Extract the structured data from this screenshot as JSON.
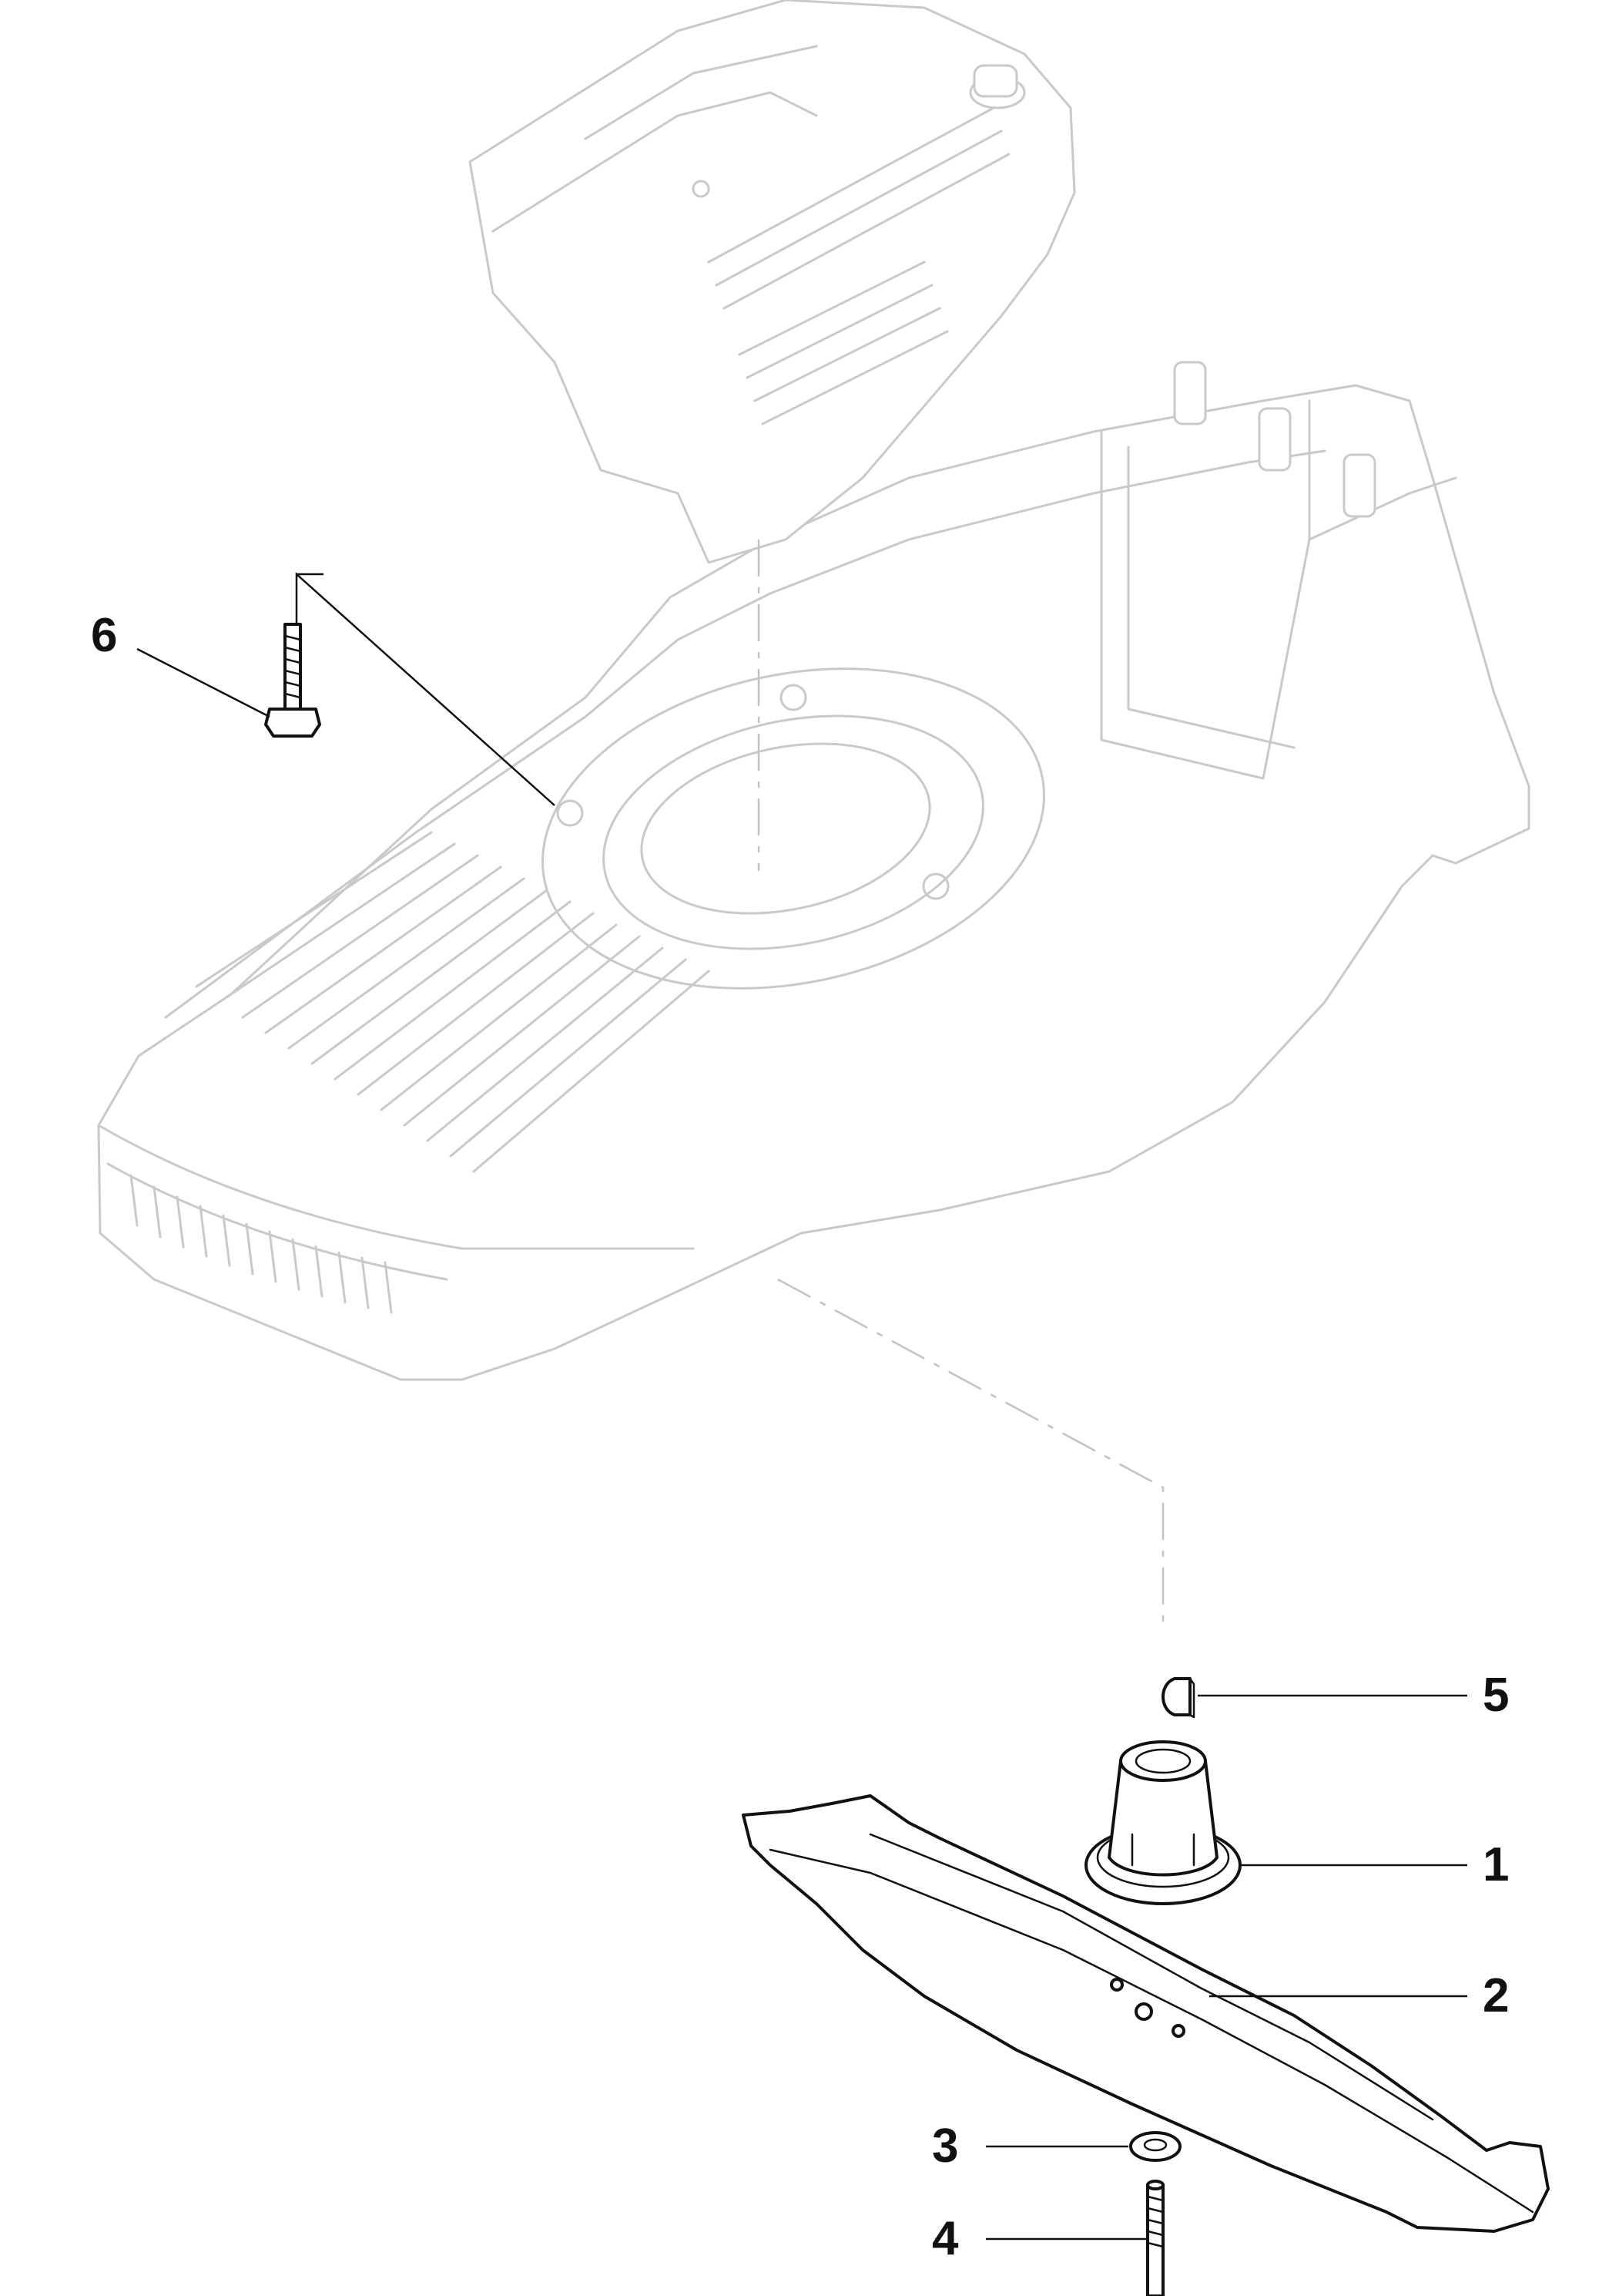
{
  "diagram": {
    "callouts": [
      {
        "id": "c1",
        "label": "1",
        "part": "blade-adapter"
      },
      {
        "id": "c2",
        "label": "2",
        "part": "blade"
      },
      {
        "id": "c3",
        "label": "3",
        "part": "washer"
      },
      {
        "id": "c4",
        "label": "4",
        "part": "blade-bolt"
      },
      {
        "id": "c5",
        "label": "5",
        "part": "key"
      },
      {
        "id": "c6",
        "label": "6",
        "part": "screw"
      }
    ],
    "colors": {
      "background": "#ffffff",
      "ghost_outline": "#c9c9c9",
      "part_outline": "#111111",
      "callout_text": "#111111"
    }
  }
}
